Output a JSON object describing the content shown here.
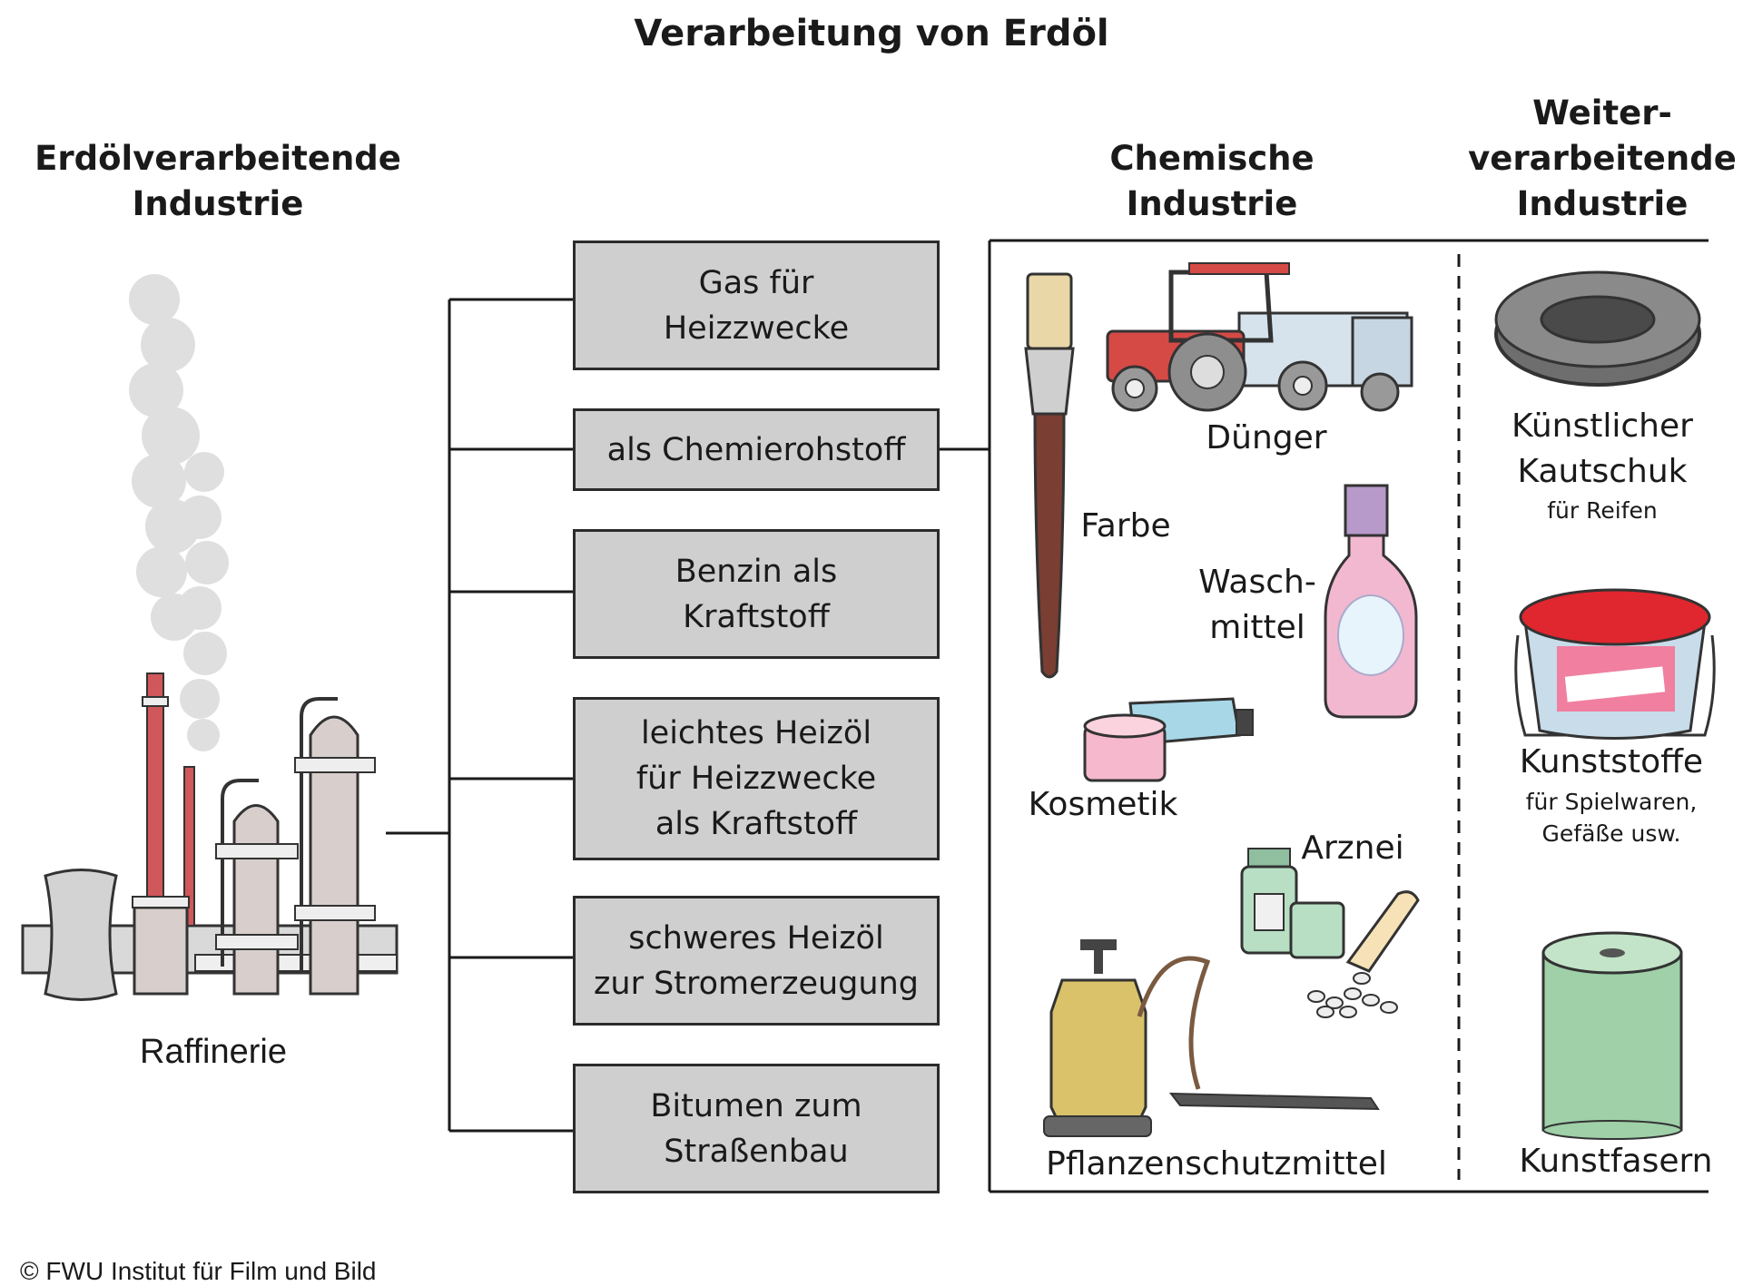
{
  "title": "Verarbeitung von Erdöl",
  "columns": {
    "refining": "Erdölverarbeitende\nIndustrie",
    "chemical": "Chemische\nIndustrie",
    "processing": "Weiter-\nverarbeitende\nIndustrie"
  },
  "refinery_label": "Raffinerie",
  "products": [
    "Gas für\nHeizzwecke",
    "als Chemierohstoff",
    "Benzin als\nKraftstoff",
    "leichtes Heizöl\nfür Heizzwecke\nals Kraftstoff",
    "schweres Heizöl\nzur Stromerzeugung",
    "Bitumen zum\nStraßenbau"
  ],
  "chemical_items": {
    "paint": "Farbe",
    "fertilizer": "Dünger",
    "detergent": "Wasch-\nmittel",
    "cosmetics": "Kosmetik",
    "medicine": "Arznei",
    "pesticide": "Pflanzenschutzmittel"
  },
  "processing_items": {
    "rubber": {
      "label": "Künstlicher\nKautschuk",
      "note": "für Reifen"
    },
    "plastics": {
      "label": "Kunststoffe",
      "note": "für Spielwaren,\nGefäße usw."
    },
    "fibers": {
      "label": "Kunstfasern"
    }
  },
  "copyright": "© FWU Institut für Film und Bild",
  "colors": {
    "box_fill": "#cfcfd0",
    "chimney_red": "#d0575a",
    "bottle_pink": "#f2b8d0",
    "roll_green": "#9fd0a8"
  }
}
